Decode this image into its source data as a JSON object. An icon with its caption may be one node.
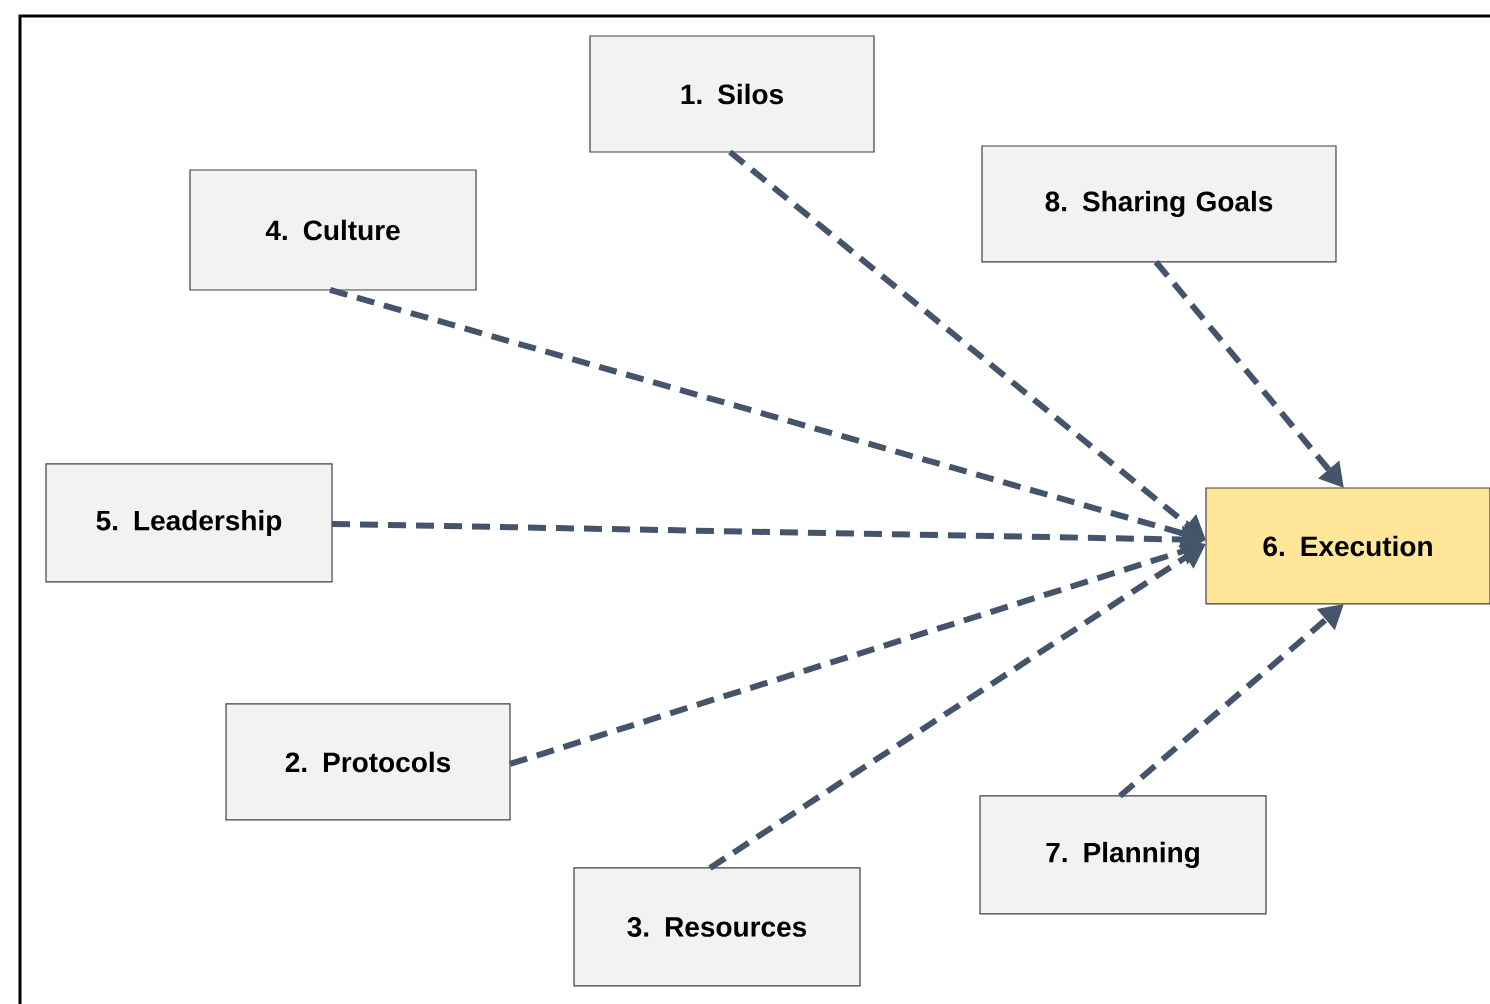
{
  "diagram": {
    "nodes": [
      {
        "text": [
          "1. Silos"
        ]
      },
      {
        "text": [
          "8. Sharing  Goals"
        ]
      },
      {
        "text": [
          "4. Culture"
        ]
      },
      {
        "text": [
          "5. Leadership"
        ]
      },
      {
        "text": [
          "6. Execution"
        ]
      },
      {
        "text": [
          "2. Protocols"
        ]
      },
      {
        "text": [
          "7. Planning"
        ]
      },
      {
        "text": [
          "3. Resources"
        ]
      }
    ],
    "edges": [
      {
        "from": 0,
        "to": 4,
        "arrow": "to",
        "style": "dashed"
      },
      {
        "from": 1,
        "to": 4,
        "arrow": "to",
        "style": "dashed"
      },
      {
        "from": 2,
        "to": 4,
        "arrow": "to",
        "style": "dashed"
      },
      {
        "from": 3,
        "to": 4,
        "arrow": "to",
        "style": "dashed"
      },
      {
        "from": 5,
        "to": 4,
        "arrow": "to",
        "style": "dashed"
      },
      {
        "from": 6,
        "to": 4,
        "arrow": "to",
        "style": "dashed"
      },
      {
        "from": 7,
        "to": 4,
        "arrow": "to",
        "style": "dashed"
      }
    ]
  }
}
